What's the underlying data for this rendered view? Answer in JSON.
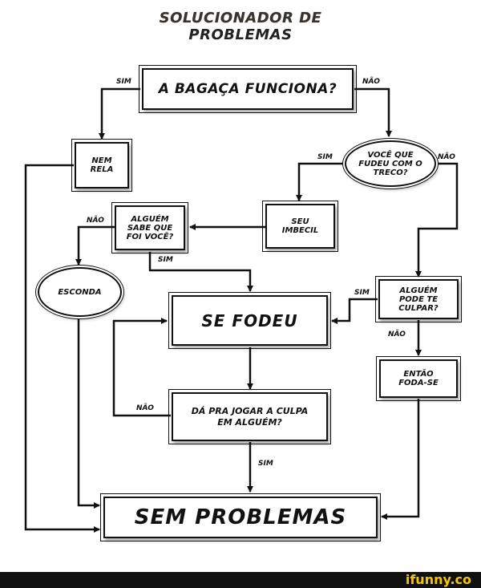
{
  "title": {
    "line1": "SOLUCIONADOR DE",
    "line2": "PROBLEMAS"
  },
  "nodes": {
    "bagaca": "A BAGAÇA FUNCIONA?",
    "nem_rela": "NEM RELA",
    "voce_fudeu": "VOCÊ QUE FUDEU COM O TRECO?",
    "seu_imbecil": "SEU IMBECIL",
    "alguem_sabe": "ALGUÉM SABE QUE FOI VOCÊ?",
    "esconda": "ESCONDA",
    "se_fodeu": "SE FODEU",
    "alguem_culpar": "ALGUÉM PODE TE CULPAR?",
    "entao_foda": "ENTÃO FODA-SE",
    "da_pra_jogar": "DÁ PRA JOGAR A CULPA EM ALGUÉM?",
    "sem_problemas": "SEM PROBLEMAS"
  },
  "edges": {
    "bagaca_sim": "SIM",
    "bagaca_nao": "NÃO",
    "voce_sim": "SIM",
    "voce_nao": "NÃO",
    "sabe_nao": "NÃO",
    "sabe_sim": "SIM",
    "culpar_sim": "SIM",
    "culpar_nao": "NÃO",
    "jogar_nao": "NÃO",
    "jogar_sim": "SIM"
  },
  "footer": {
    "brand": "ifunny.co"
  }
}
